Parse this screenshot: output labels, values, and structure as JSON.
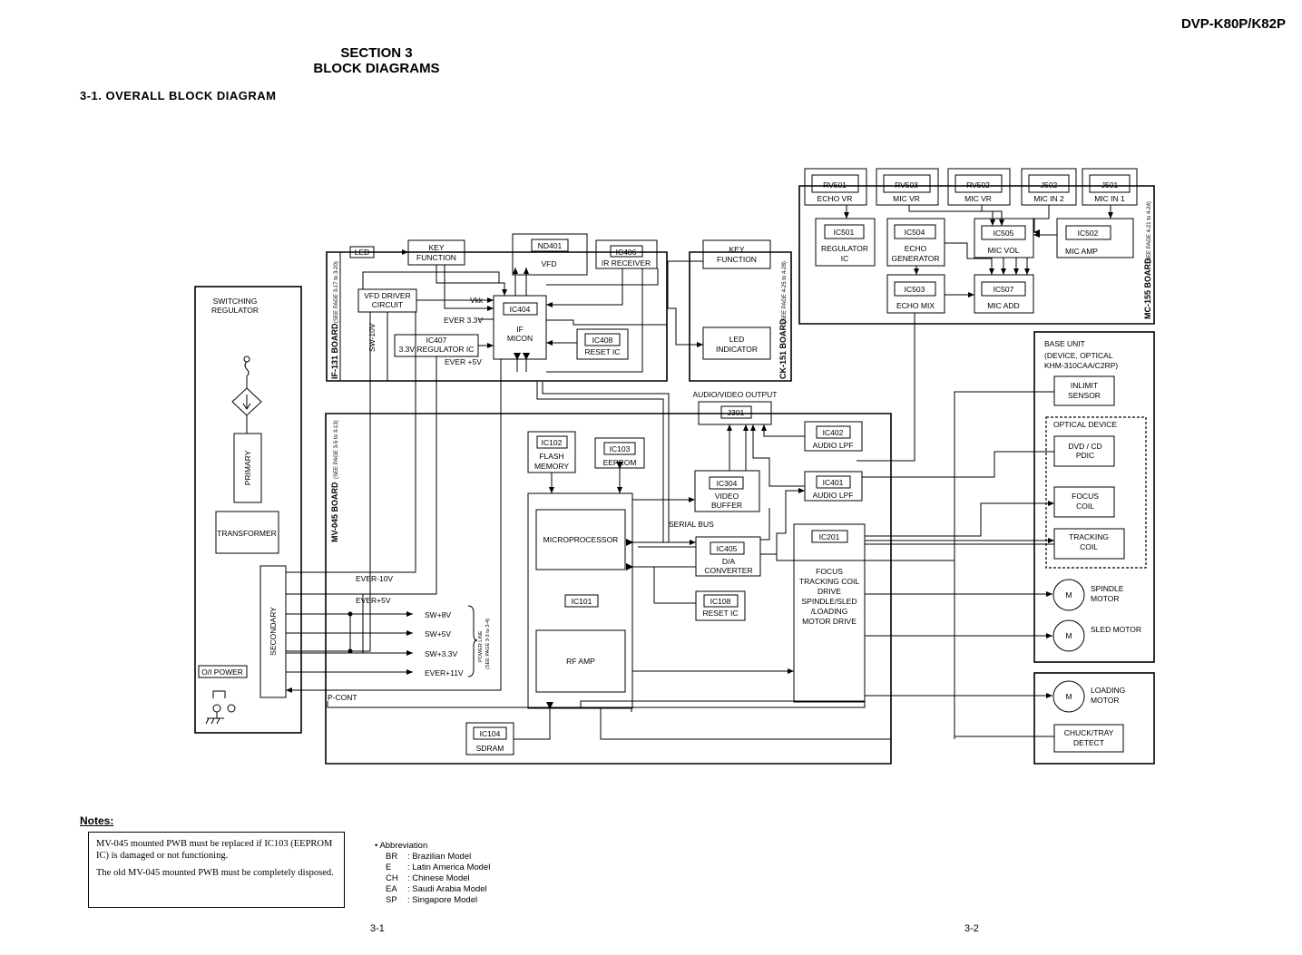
{
  "header": {
    "model": "DVP-K80P/K82P",
    "section": "SECTION 3",
    "title": "BLOCK DIAGRAMS",
    "subtitle": "3-1.   OVERALL  BLOCK  DIAGRAM"
  },
  "boards": {
    "if131": "IF-131 BOARD",
    "if131_ref": "(SEE PAGE 3-17 to 3-20)",
    "ck151": "CK-151 BOARD",
    "ck151_ref": "(SEE PAGE 4-25 to 4-28)",
    "mc155": "MC-155 BOARD",
    "mc155_ref": "(SEE PAGE 4-21 to 4-24)",
    "mv045": "MV-045 BOARD",
    "mv045_ref": "(SEE PAGE 3-5 to 3-13)"
  },
  "blocks": {
    "switching_regulator": [
      "SWITCHING",
      "REGULATOR"
    ],
    "primary": "PRIMARY",
    "transformer": "TRANSFORMER",
    "secondary": "SECONDARY",
    "oi_power": "O/I POWER",
    "led": "LED",
    "key_function_if": [
      "KEY",
      "FUNCTION"
    ],
    "nd401": "ND401",
    "vfd": "VFD",
    "ic406_ir": "IC406",
    "ir_receiver": "IR RECEIVER",
    "vfd_driver": [
      "VFD DRIVER",
      "CIRCUIT"
    ],
    "vkk": "Vkk",
    "ever33": "EVER 3.3V",
    "ic404": "IC404",
    "if_micon": [
      "IF",
      "MICON"
    ],
    "ic407": "IC407",
    "reg33": "3.3V REGULATOR IC",
    "ever5_if": "EVER +5V",
    "ic408": "IC408",
    "reset_ic_if": "RESET IC",
    "sw10v": "SW-10V",
    "key_function_ck": [
      "KEY",
      "FUNCTION"
    ],
    "led_indicator": [
      "LED",
      "INDICATOR"
    ],
    "rv501": "RV501",
    "echo_vr": "ECHO VR",
    "rv503": "RV503",
    "mic_vr_1": "MIC VR",
    "rv502": "RV502",
    "mic_vr_2": "MIC VR",
    "j502": "J502",
    "mic_in2": "MIC IN 2",
    "j501": "J501",
    "mic_in1": "MIC IN 1",
    "ic501": "IC501",
    "regulator_ic": [
      "REGULATOR",
      "IC"
    ],
    "ic504": "IC504",
    "echo_gen": [
      "ECHO",
      "GENERATOR"
    ],
    "ic505": "IC505",
    "mic_vol": "MIC VOL",
    "ic502": "IC502",
    "mic_amp": "MIC AMP",
    "ic503": "IC503",
    "echo_mix": "ECHO MIX",
    "ic507": "IC507",
    "mic_add": "MIC ADD",
    "av_output": "AUDIO/VIDEO OUTPUT",
    "j301": "J301",
    "ic402": "IC402",
    "audio_lpf_1": "AUDIO LPF",
    "ic401": "IC401",
    "audio_lpf_2": "AUDIO LPF",
    "ic102": "IC102",
    "flash_memory": [
      "FLASH",
      "MEMORY"
    ],
    "ic103": "IC103",
    "eeprom": "EEPROM",
    "ic304": "IC304",
    "video_buffer": [
      "VIDEO",
      "BUFFER"
    ],
    "serial_bus": "SERIAL BUS",
    "microprocessor": "MICROPROCESSOR",
    "ic405": "IC405",
    "da_converter": [
      "D/A",
      "CONVERTER"
    ],
    "ic101": "IC101",
    "ic108": "IC108",
    "reset_ic_mv": "RESET IC",
    "rf_amp": "RF AMP",
    "ic201": "IC201",
    "drive_text": [
      "FOCUS",
      "TRACKING COIL",
      "DRIVE",
      "SPINDLE/SLED",
      "/LOADING",
      "MOTOR DRIVE"
    ],
    "ic104": "IC104",
    "sdram": "SDRAM",
    "base_unit": [
      "BASE UNIT",
      "(DEVICE, OPTICAL",
      "KHM-310CAA/C2RP)"
    ],
    "inlimit_sensor": [
      "INLIMIT",
      "SENSOR"
    ],
    "optical_device": "OPTICAL DEVICE",
    "dvd_cd_pdic": [
      "DVD / CD",
      "PDIC"
    ],
    "focus_coil": [
      "FOCUS",
      "COIL"
    ],
    "tracking_coil": [
      "TRACKING",
      "COIL"
    ],
    "motor_m": "M",
    "spindle_motor": [
      "SPINDLE",
      "MOTOR"
    ],
    "sled_motor": "SLED MOTOR",
    "loading_motor": [
      "LOADING",
      "MOTOR"
    ],
    "chuck_tray": [
      "CHUCK/TRAY",
      "DETECT"
    ]
  },
  "power_lines": {
    "ever_10v": "EVER-10V",
    "ever_5v": "EVER+5V",
    "sw8": "SW+8V",
    "sw5": "SW+5V",
    "sw33": "SW+3.3V",
    "ever11": "EVER+11V",
    "pcont": "P-CONT",
    "power_line": "POWER LINE",
    "power_line_ref": "(SEE PAGE 3-3 to 3-4)"
  },
  "notes": {
    "title": "Notes:",
    "p1": "MV-045 mounted PWB must be replaced if IC103 (EEPROM IC) is damaged or not functioning.",
    "p2": "The old MV-045 mounted PWB must be completely disposed."
  },
  "abbreviation": {
    "title": "•  Abbreviation",
    "items": [
      {
        "code": "BR",
        "desc": ": Brazilian Model"
      },
      {
        "code": "E",
        "desc": ": Latin America Model"
      },
      {
        "code": "CH",
        "desc": ": Chinese Model"
      },
      {
        "code": "EA",
        "desc": ": Saudi Arabia Model"
      },
      {
        "code": "SP",
        "desc": ": Singapore Model"
      }
    ]
  },
  "pages": {
    "left": "3-1",
    "right": "3-2"
  }
}
